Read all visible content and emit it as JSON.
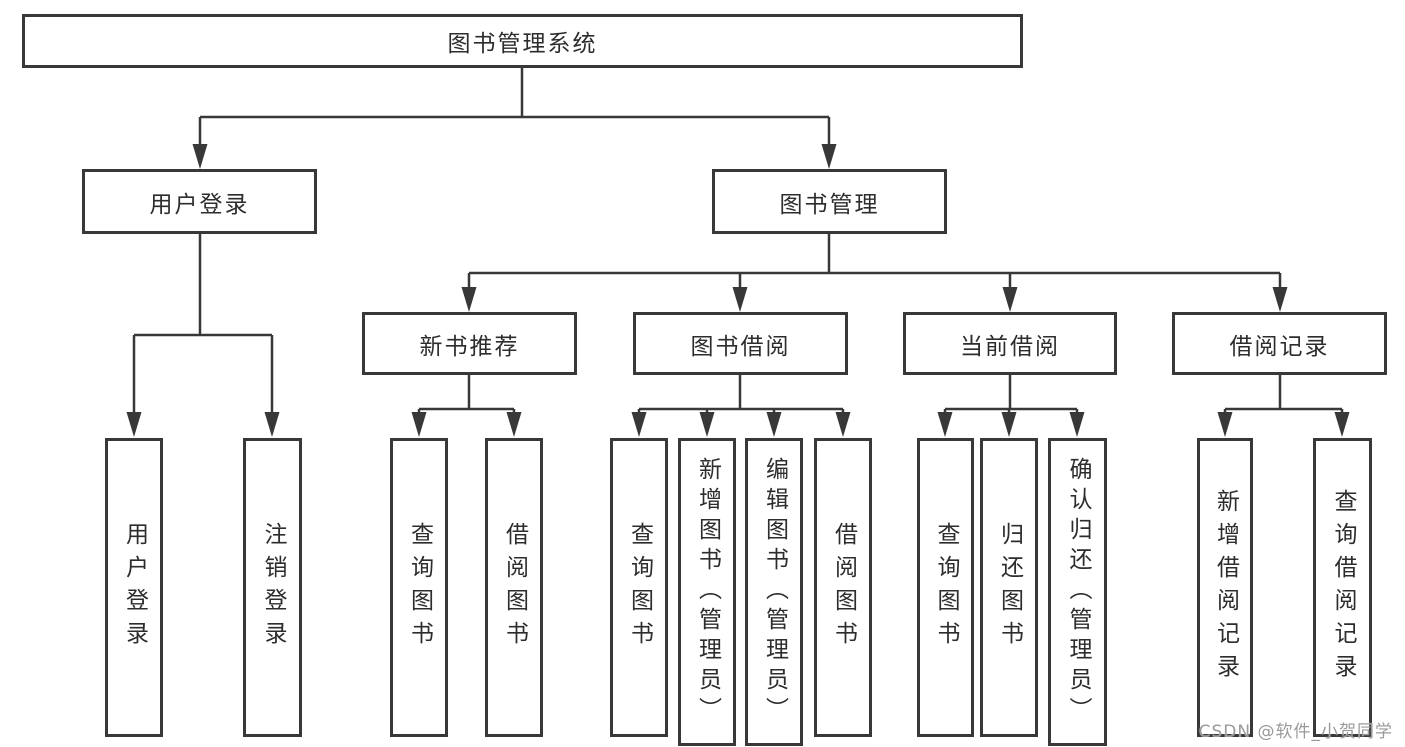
{
  "diagram_type": "function-structure-tree",
  "colors": {
    "background": "#ffffff",
    "line": "#383838",
    "box_border": "#383838",
    "text": "#2d2d2d",
    "watermark": "#9a9a9a"
  },
  "watermark": "CSDN @软件_小贺同学",
  "tree": {
    "root": {
      "label": "图书管理系统",
      "children": [
        {
          "label": "用户登录",
          "children": [
            {
              "label": "用户登录"
            },
            {
              "label": "注销登录"
            }
          ]
        },
        {
          "label": "图书管理",
          "children": [
            {
              "label": "新书推荐",
              "children": [
                {
                  "label": "查询图书"
                },
                {
                  "label": "借阅图书"
                }
              ]
            },
            {
              "label": "图书借阅",
              "children": [
                {
                  "label": "查询图书"
                },
                {
                  "label": "新增图书（管理员）"
                },
                {
                  "label": "编辑图书（管理员）"
                },
                {
                  "label": "借阅图书"
                }
              ]
            },
            {
              "label": "当前借阅",
              "children": [
                {
                  "label": "查询图书"
                },
                {
                  "label": "归还图书"
                },
                {
                  "label": "确认归还（管理员）"
                }
              ]
            },
            {
              "label": "借阅记录",
              "children": [
                {
                  "label": "新增借阅记录"
                },
                {
                  "label": "查询借阅记录"
                }
              ]
            }
          ]
        }
      ]
    }
  }
}
